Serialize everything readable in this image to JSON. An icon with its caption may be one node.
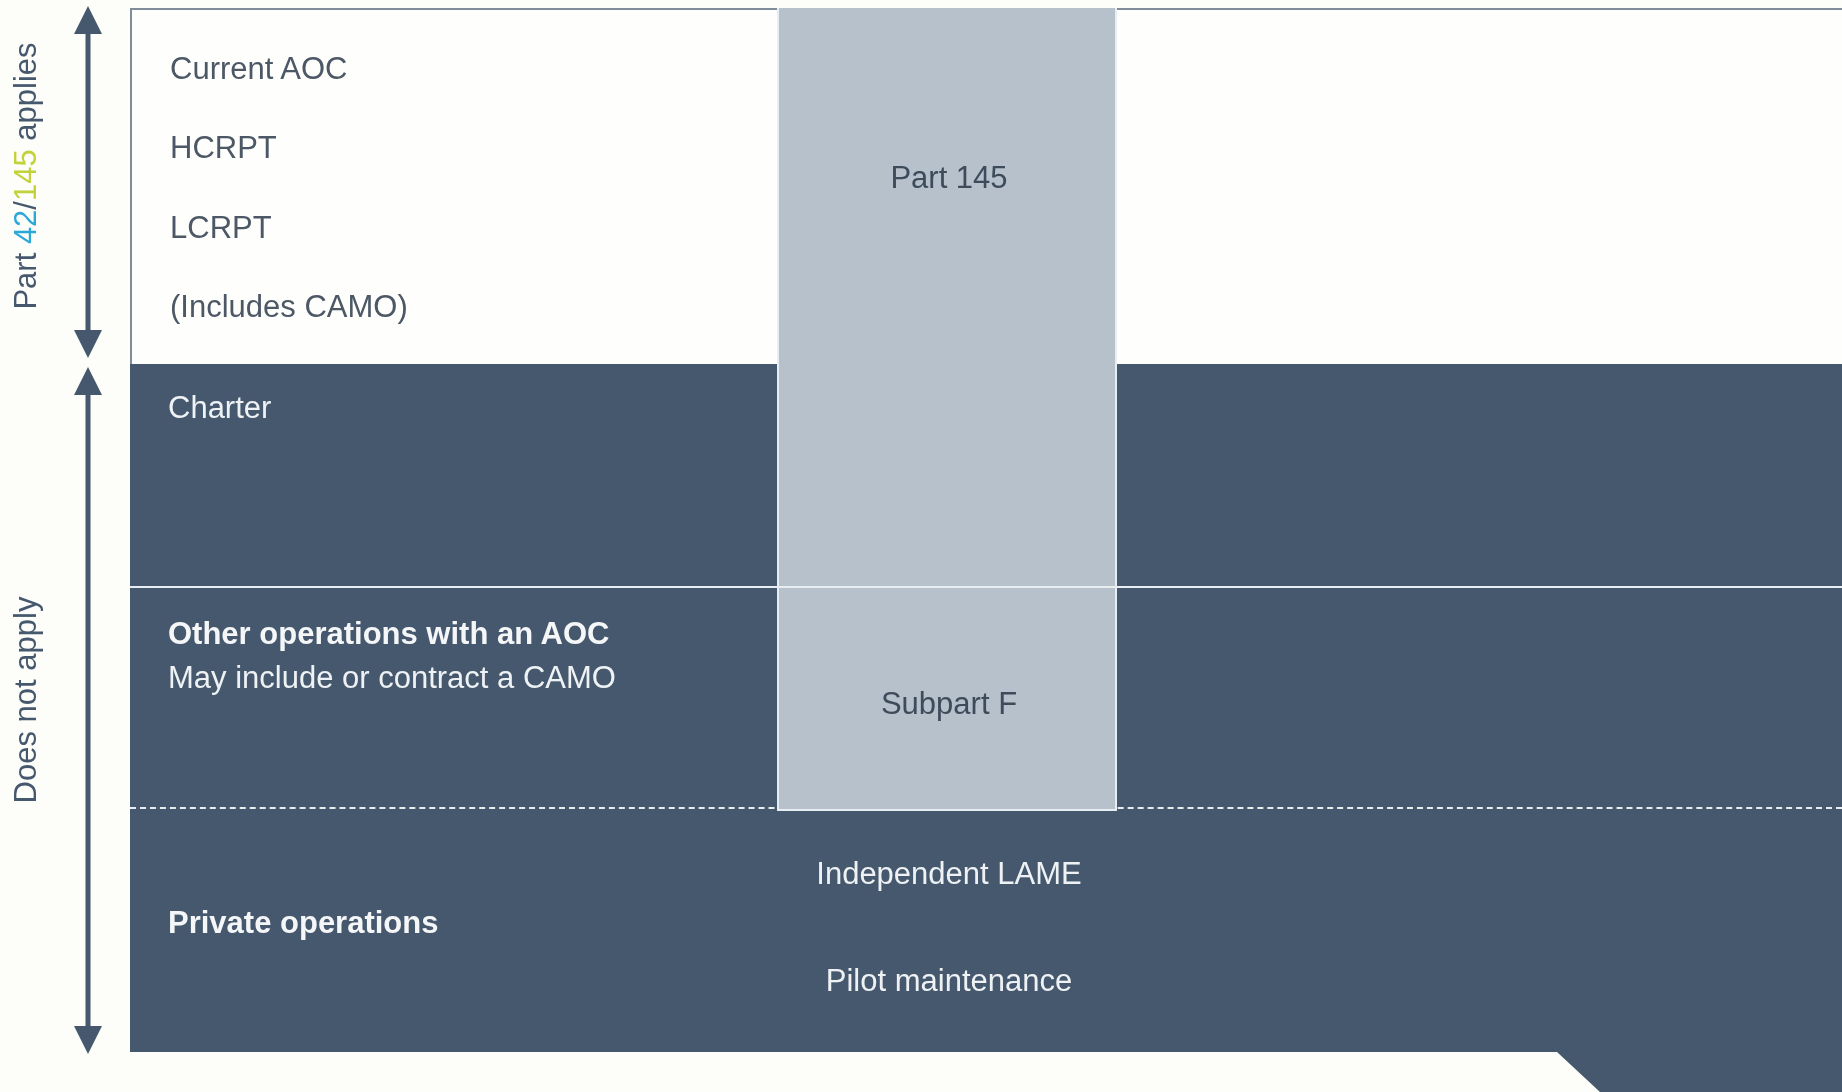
{
  "diagram": {
    "nodes": [
      {
        "text": [
          "Current AOC",
          "HCRPT",
          "LCRPT",
          "(Includes CAMO)"
        ]
      },
      {
        "text": [
          "Part 145"
        ]
      },
      {
        "text": [
          "Charter"
        ]
      },
      {
        "text": [
          "Other operations with an AOC",
          "May include or contract a CAMO"
        ]
      },
      {
        "text": [
          "Subpart F"
        ],
        "in": 3
      },
      {
        "text": [
          "Private operations",
          "Independent LAME",
          "Pilot maintenance"
        ]
      }
    ],
    "edges": [],
    "labels": [
      "Part 42/145 applies",
      "Does not apply"
    ]
  }
}
